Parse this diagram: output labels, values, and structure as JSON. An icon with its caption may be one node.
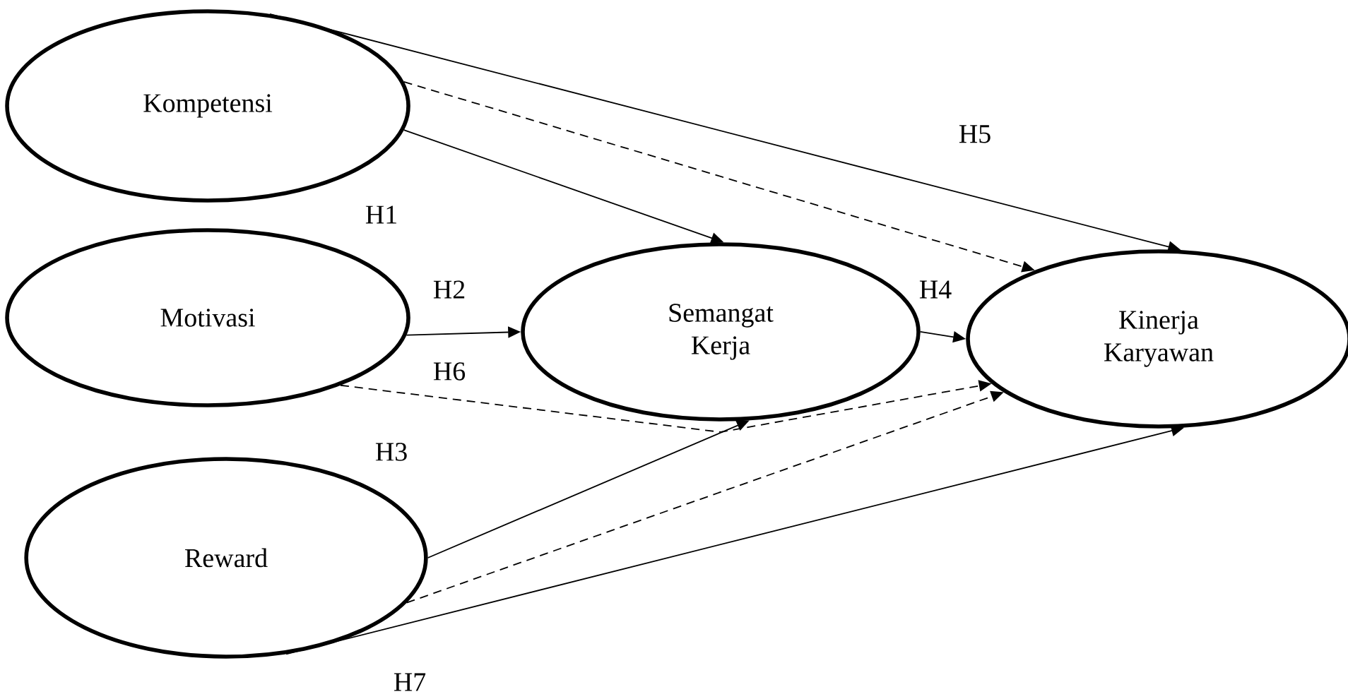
{
  "diagram": {
    "nodes": [
      {
        "text": [
          "Kompetensi"
        ]
      },
      {
        "text": [
          "Motivasi"
        ]
      },
      {
        "text": [
          "Semangat Kerja"
        ]
      },
      {
        "text": [
          "Kinerja Karyawan"
        ]
      },
      {
        "text": [
          "Reward"
        ]
      }
    ],
    "edges": [
      {
        "from": 0,
        "to": 2,
        "arrow": "to",
        "label": "H1"
      },
      {
        "from": 0,
        "to": 3,
        "arrow": "to",
        "label": "H5"
      },
      {
        "from": 0,
        "to": 3,
        "arrow": "to",
        "style": "dashed"
      },
      {
        "from": 1,
        "to": 2,
        "arrow": "to",
        "label": "H2"
      },
      {
        "from": 2,
        "to": 3,
        "arrow": "to",
        "label": "H4"
      },
      {
        "from": 1,
        "to": 3,
        "arrow": "to",
        "style": "dashed",
        "label": "H6"
      },
      {
        "from": 4,
        "to": 2,
        "arrow": "to",
        "label": "H3"
      },
      {
        "from": 4,
        "to": 3,
        "arrow": "to",
        "style": "dashed"
      },
      {
        "from": 4,
        "to": 3,
        "arrow": "to",
        "label": "H7"
      }
    ]
  }
}
